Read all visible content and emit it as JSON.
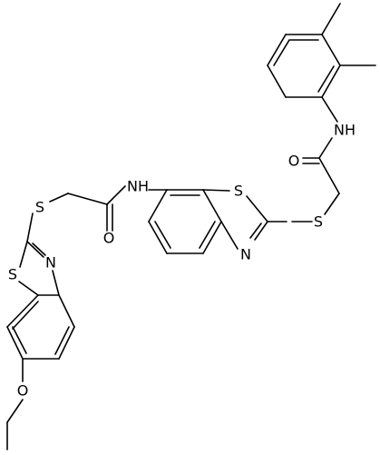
{
  "colors": {
    "background": "#ffffff",
    "bond": "#000000",
    "label": "#000000"
  },
  "atoms": {
    "nh_top": "NH",
    "o_top": "O",
    "s_link_right": "S",
    "s_ring_right": "S",
    "n_ring_right": "N",
    "nh_mid": "NH",
    "o_mid": "O",
    "s_link_left": "S",
    "s_ring_left": "S",
    "n_ring_left": "N",
    "o_ether": "O"
  }
}
